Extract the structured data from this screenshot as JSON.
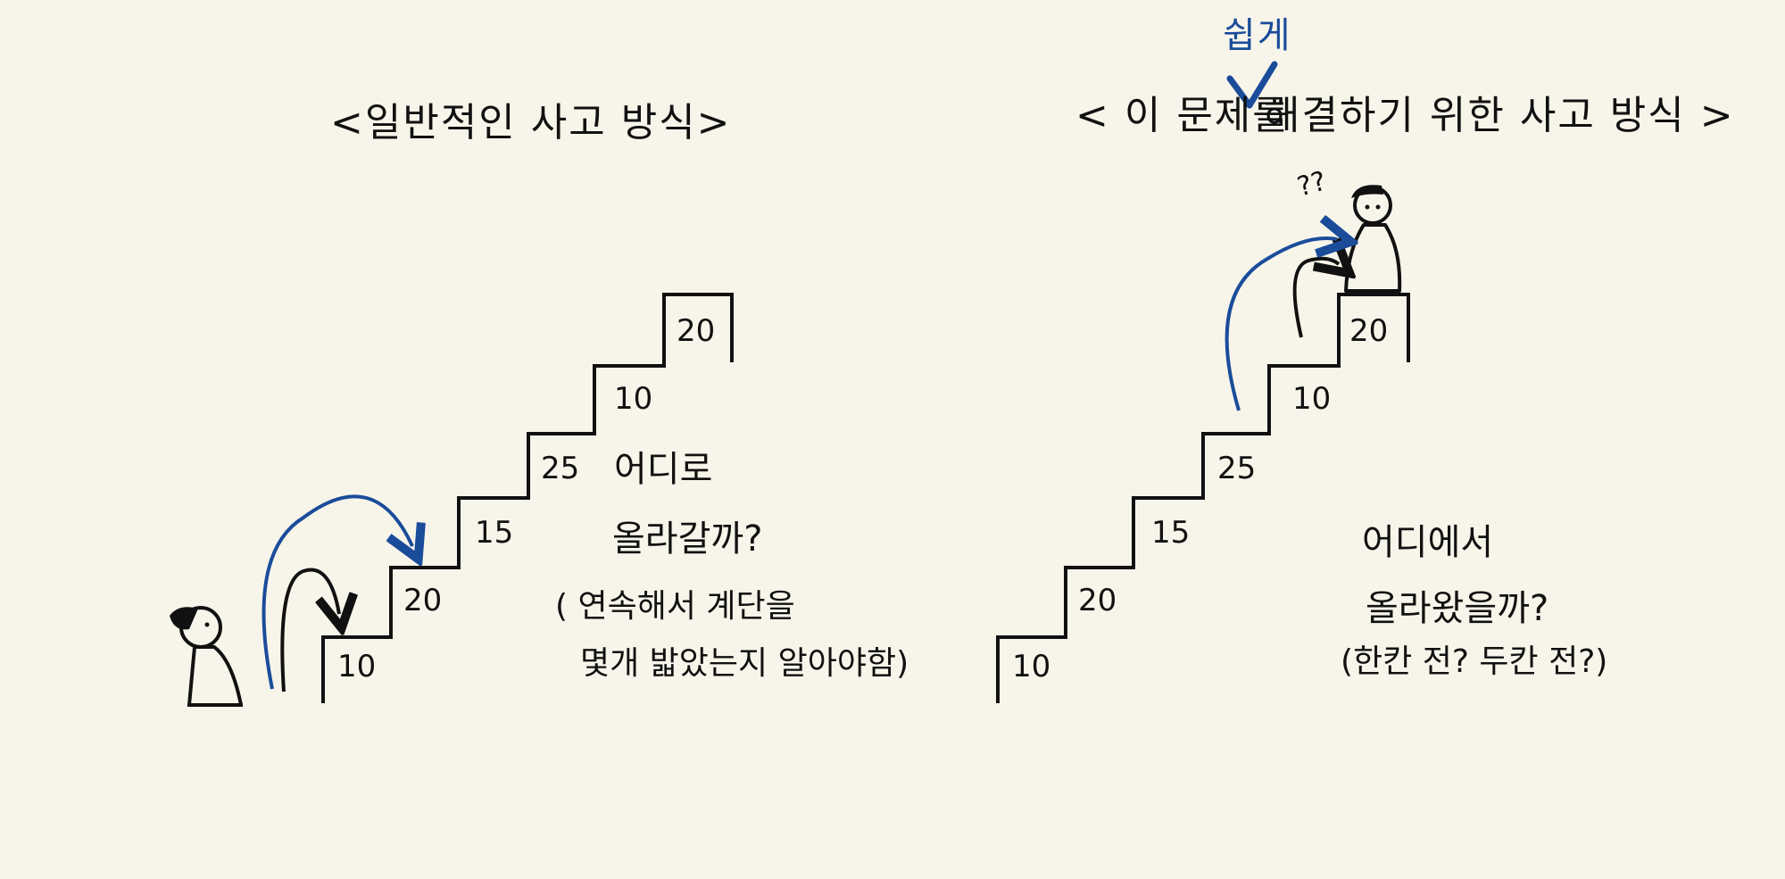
{
  "left": {
    "title": "<일반적인 사고 방식>",
    "steps": [
      "10",
      "20",
      "15",
      "25",
      "10",
      "20"
    ],
    "question_line1": "어디로",
    "question_line2": "올라갈까?",
    "note_line1": "( 연속해서 계단을",
    "note_line2": "몇개 밟았는지 알아야함)"
  },
  "right": {
    "title_part1": "< 이 문제를",
    "title_part2": "해결하기 위한 사고 방식 >",
    "insert_word": "쉽게",
    "steps": [
      "10",
      "20",
      "15",
      "25",
      "10",
      "20"
    ],
    "question_line1": "어디에서",
    "question_line2": "올라왔을까?",
    "note": "(한칸 전? 두칸 전?)",
    "thought": "??"
  },
  "colors": {
    "ink": "#111111",
    "arrow_blue": "#1a4c9a",
    "background": "#f7f5ea"
  }
}
